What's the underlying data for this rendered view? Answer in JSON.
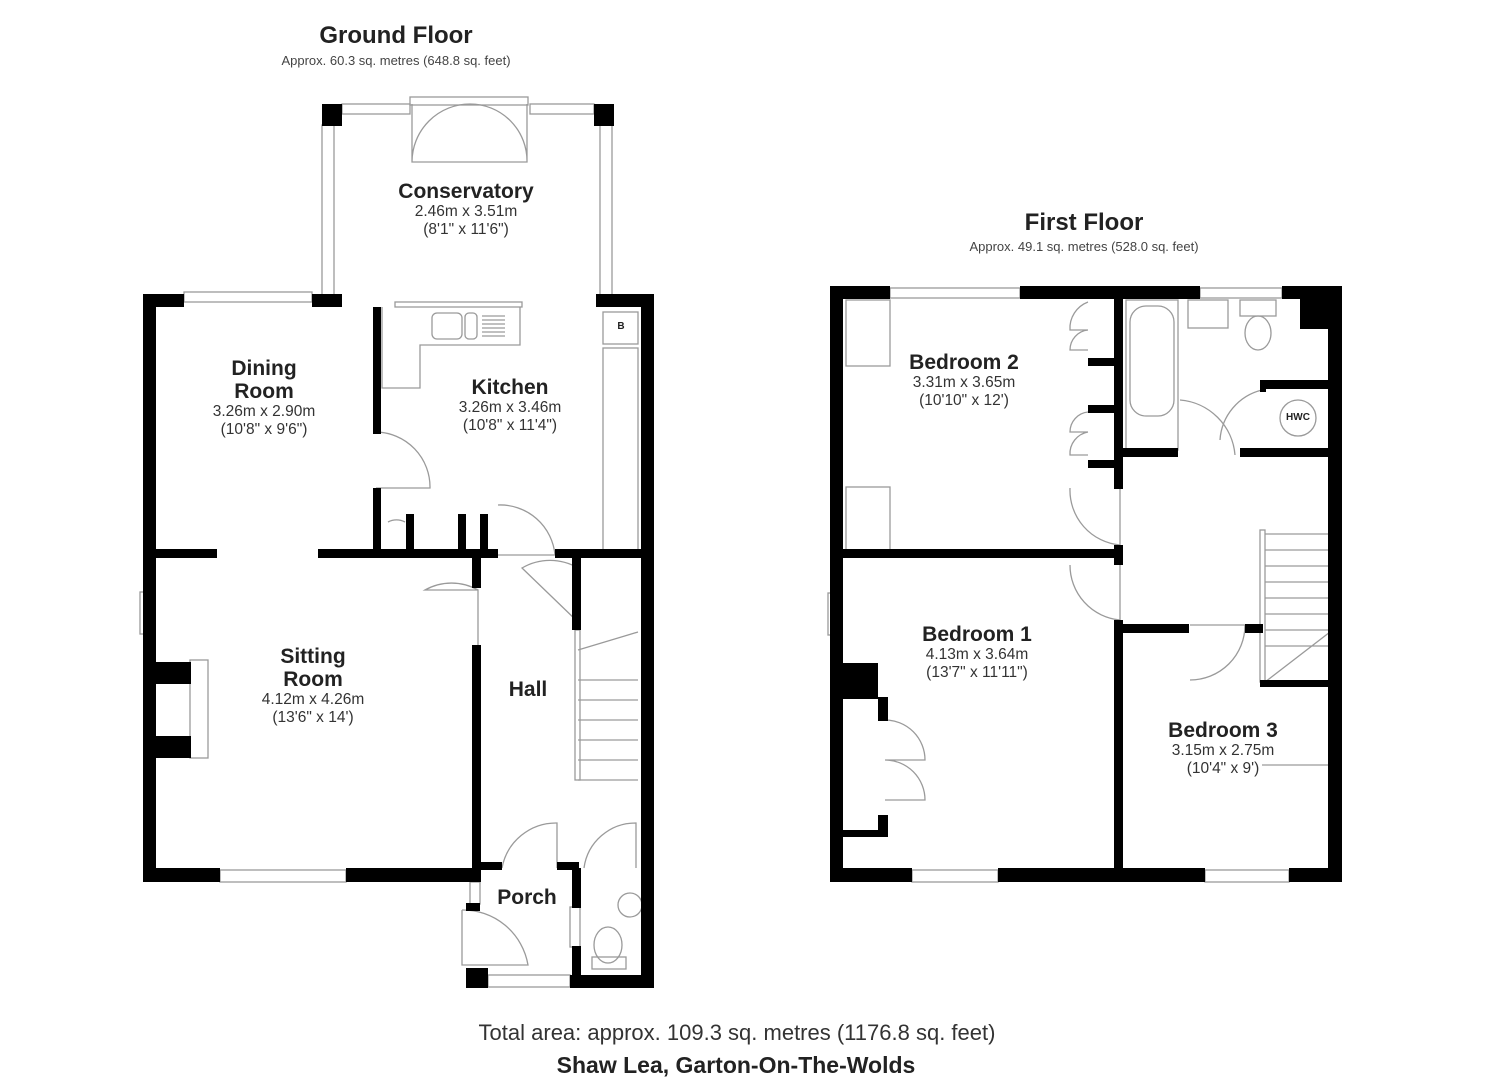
{
  "ground_floor": {
    "title": "Ground Floor",
    "area": "Approx. 60.3 sq. metres (648.8 sq. feet)",
    "rooms": [
      {
        "name_line1": "Conservatory",
        "name_line2": "",
        "metric": "2.46m x 3.51m",
        "imperial": "(8'1\" x 11'6\")"
      },
      {
        "name_line1": "Dining",
        "name_line2": "Room",
        "metric": "3.26m x 2.90m",
        "imperial": "(10'8\" x 9'6\")"
      },
      {
        "name_line1": "Kitchen",
        "name_line2": "",
        "metric": "3.26m x 3.46m",
        "imperial": "(10'8\" x 11'4\")"
      },
      {
        "name_line1": "Sitting",
        "name_line2": "Room",
        "metric": "4.12m x 4.26m",
        "imperial": "(13'6\" x 14')"
      },
      {
        "name_line1": "Hall",
        "name_line2": "",
        "metric": "",
        "imperial": ""
      },
      {
        "name_line1": "Porch",
        "name_line2": "",
        "metric": "",
        "imperial": ""
      }
    ],
    "boiler_label": "B"
  },
  "first_floor": {
    "title": "First Floor",
    "area": "Approx. 49.1 sq. metres (528.0 sq. feet)",
    "rooms": [
      {
        "name_line1": "Bedroom 2",
        "metric": "3.31m x 3.65m",
        "imperial": "(10'10\" x 12')"
      },
      {
        "name_line1": "Bedroom 1",
        "metric": "4.13m x 3.64m",
        "imperial": "(13'7\" x 11'11\")"
      },
      {
        "name_line1": "Bedroom 3",
        "metric": "3.15m x 2.75m",
        "imperial": "(10'4\" x 9')"
      }
    ],
    "hwc_label": "HWC"
  },
  "footer": {
    "total_area": "Total area: approx. 109.3 sq. metres (1176.8 sq. feet)",
    "address": "Shaw Lea, Garton-On-The-Wolds"
  },
  "colors": {
    "wall": "#000000",
    "fixture": "#9a9a9a",
    "background": "#ffffff"
  }
}
